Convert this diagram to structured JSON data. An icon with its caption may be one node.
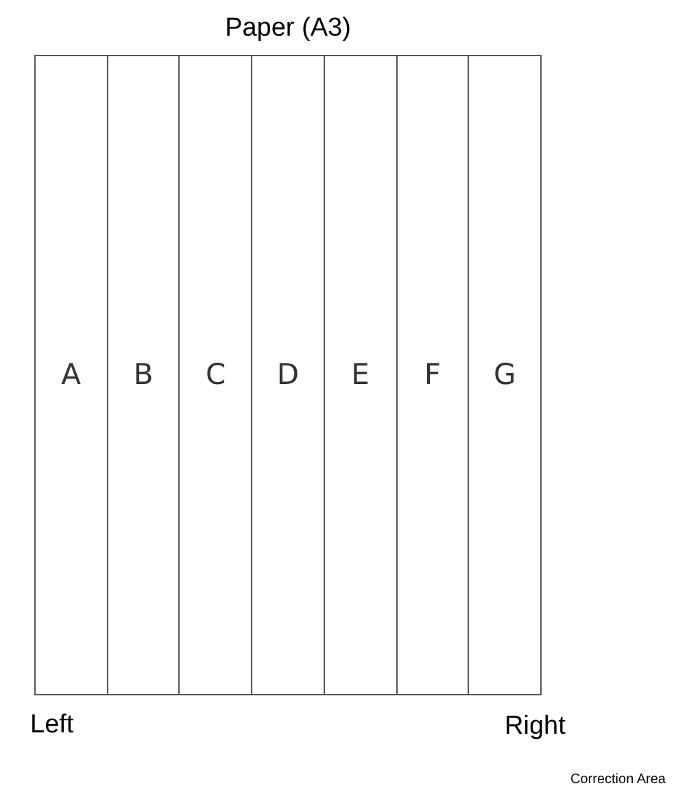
{
  "diagram": {
    "nodes": [
      {
        "text": [
          "Paper (A3)"
        ]
      },
      {
        "text": [
          "A"
        ],
        "in": 0
      },
      {
        "text": [
          "B"
        ],
        "in": 0
      },
      {
        "text": [
          "C"
        ],
        "in": 0
      },
      {
        "text": [
          "D"
        ],
        "in": 0
      },
      {
        "text": [
          "E"
        ],
        "in": 0
      },
      {
        "text": [
          "F"
        ],
        "in": 0
      },
      {
        "text": [
          "G"
        ],
        "in": 0
      }
    ],
    "labels": [
      "Left",
      "Right",
      "Correction Area"
    ]
  }
}
